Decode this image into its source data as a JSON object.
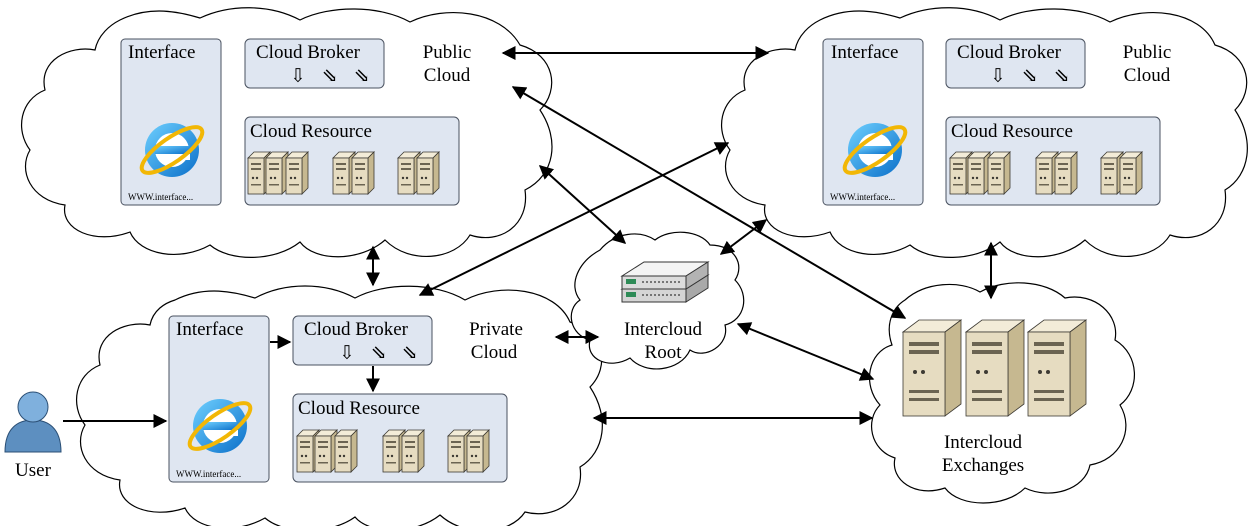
{
  "diagram": {
    "public_cloud_left": {
      "interface_label": "Interface",
      "url_text": "WWW.interface...",
      "broker_label": "Cloud Broker",
      "resource_label": "Cloud Resource",
      "cloud_label_line1": "Public",
      "cloud_label_line2": "Cloud"
    },
    "public_cloud_right": {
      "interface_label": "Interface",
      "url_text": "WWW.interface...",
      "broker_label": "Cloud Broker",
      "resource_label": "Cloud Resource",
      "cloud_label_line1": "Public",
      "cloud_label_line2": "Cloud"
    },
    "private_cloud": {
      "interface_label": "Interface",
      "url_text": "WWW.interface...",
      "broker_label": "Cloud Broker",
      "resource_label": "Cloud Resource",
      "cloud_label_line1": "Private",
      "cloud_label_line2": "Cloud"
    },
    "intercloud_root": {
      "label_line1": "Intercloud",
      "label_line2": "Root"
    },
    "intercloud_exchanges": {
      "label_line1": "Intercloud",
      "label_line2": "Exchanges"
    },
    "user": {
      "label": "User"
    },
    "broker_arrow_glyphs": [
      "⇩",
      "⇘",
      "⇘"
    ]
  }
}
